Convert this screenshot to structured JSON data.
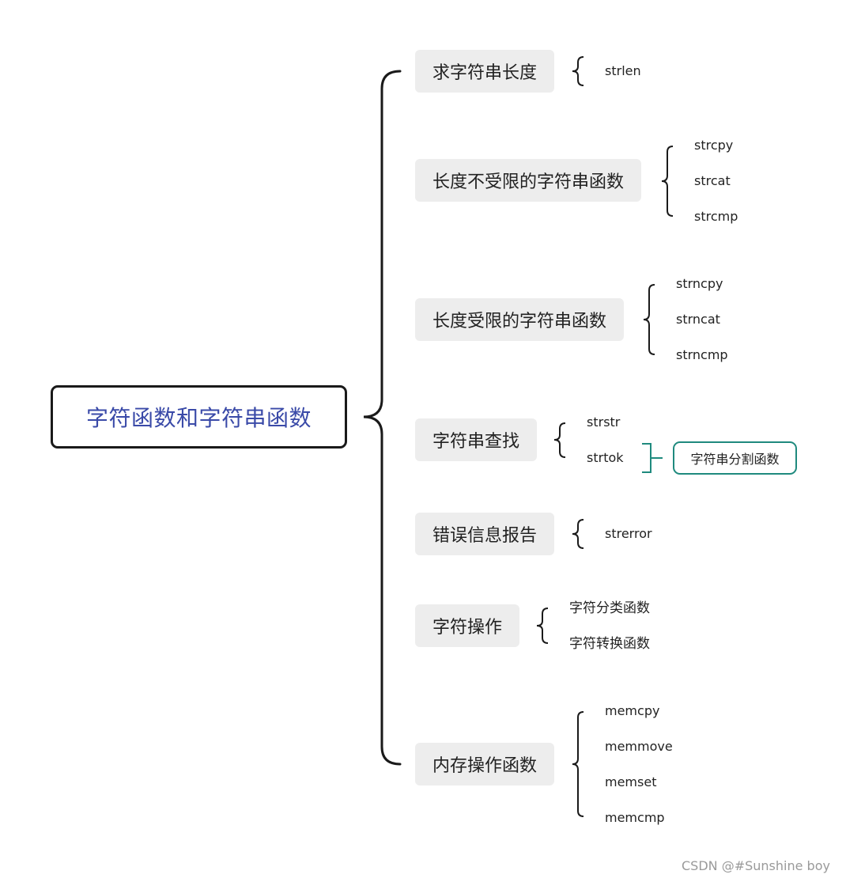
{
  "root": {
    "label": "字符函数和字符串函数"
  },
  "branches": [
    {
      "label": "求字符串长度",
      "leaves": [
        "strlen"
      ]
    },
    {
      "label": "长度不受限的字符串函数",
      "leaves": [
        "strcpy",
        "strcat",
        "strcmp"
      ]
    },
    {
      "label": "长度受限的字符串函数",
      "leaves": [
        "strncpy",
        "strncat",
        "strncmp"
      ]
    },
    {
      "label": "字符串查找",
      "leaves": [
        "strstr",
        "strtok"
      ],
      "sub": {
        "label": "字符串分割函数"
      }
    },
    {
      "label": "错误信息报告",
      "leaves": [
        "strerror"
      ]
    },
    {
      "label": "字符操作",
      "leaves": [
        "字符分类函数",
        "字符转换函数"
      ]
    },
    {
      "label": "内存操作函数",
      "leaves": [
        "memcpy",
        "memmove",
        "memset",
        "memcmp"
      ]
    }
  ],
  "watermark": "CSDN @#Sunshine boy",
  "colors": {
    "root_text": "#3a4aa8",
    "sub_border": "#1f8a7e",
    "branch_bg": "#ededed",
    "line": "#1a1a1a"
  }
}
